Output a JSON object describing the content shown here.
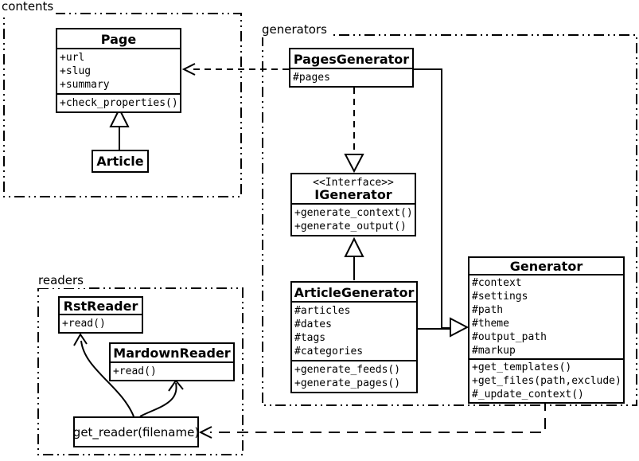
{
  "diagram_title": "pelican-classes-uml",
  "colors": {
    "ink": "#000000",
    "paper": "#ffffff"
  },
  "packages": {
    "contents": {
      "label": "contents"
    },
    "generators": {
      "label": "generators"
    },
    "readers": {
      "label": "readers"
    }
  },
  "classes": {
    "page": {
      "title": "Page",
      "attributes": [
        "+url",
        "+slug",
        "+summary"
      ],
      "methods": [
        "+check_properties()"
      ]
    },
    "article": {
      "title": "Article"
    },
    "pages_generator": {
      "title": "PagesGenerator",
      "attributes": [
        "#pages"
      ]
    },
    "igenerator": {
      "stereotype": "<<Interface>>",
      "title": "IGenerator",
      "methods": [
        "+generate_context()",
        "+generate_output()"
      ]
    },
    "article_generator": {
      "title": "ArticleGenerator",
      "attributes": [
        "#articles",
        "#dates",
        "#tags",
        "#categories"
      ],
      "methods": [
        "+generate_feeds()",
        "+generate_pages()"
      ]
    },
    "generator": {
      "title": "Generator",
      "attributes": [
        "#context",
        "#settings",
        "#path",
        "#theme",
        "#output_path",
        "#markup"
      ],
      "methods": [
        "+get_templates()",
        "+get_files(path,exclude)",
        "#_update_context()"
      ]
    },
    "rst_reader": {
      "title": "RstReader",
      "methods": [
        "+read()"
      ]
    },
    "markdown_reader": {
      "title": "MardownReader",
      "methods": [
        "+read()"
      ]
    },
    "get_reader": {
      "label": "get_reader(filename)"
    }
  },
  "relations": [
    {
      "from": "Article",
      "to": "Page",
      "type": "generalization"
    },
    {
      "from": "PagesGenerator",
      "to": "Page",
      "type": "dependency-dashed"
    },
    {
      "from": "PagesGenerator",
      "to": "IGenerator",
      "type": "realization-dashed"
    },
    {
      "from": "ArticleGenerator",
      "to": "IGenerator",
      "type": "generalization"
    },
    {
      "from": "ArticleGenerator",
      "to": "Article",
      "type": "dependency-dashed"
    },
    {
      "from": "PagesGenerator",
      "to": "Generator",
      "type": "generalization"
    },
    {
      "from": "ArticleGenerator",
      "to": "Generator",
      "type": "generalization"
    },
    {
      "from": "Generator",
      "to": "get_reader(filename)",
      "type": "dependency-dashed"
    },
    {
      "from": "get_reader(filename)",
      "to": "RstReader",
      "type": "arrow-curved"
    },
    {
      "from": "get_reader(filename)",
      "to": "MardownReader",
      "type": "arrow-curved"
    }
  ]
}
